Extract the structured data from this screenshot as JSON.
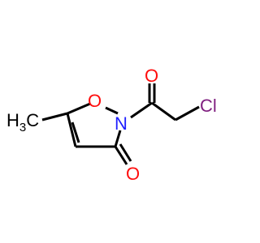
{
  "molecule": {
    "atoms": {
      "methyl": {
        "main": "H",
        "sub": "3",
        "tail": "C"
      },
      "ring_oxygen": "O",
      "ring_nitrogen": "N",
      "acyl_oxygen": "O",
      "ketone_oxygen": "O",
      "chlorine": "Cl"
    },
    "colors": {
      "bond": "#000000",
      "oxygen": "#ff0d0d",
      "nitrogen": "#1f1fff",
      "chlorine": "#7f1f7f",
      "carbon_label": "#000000"
    }
  }
}
